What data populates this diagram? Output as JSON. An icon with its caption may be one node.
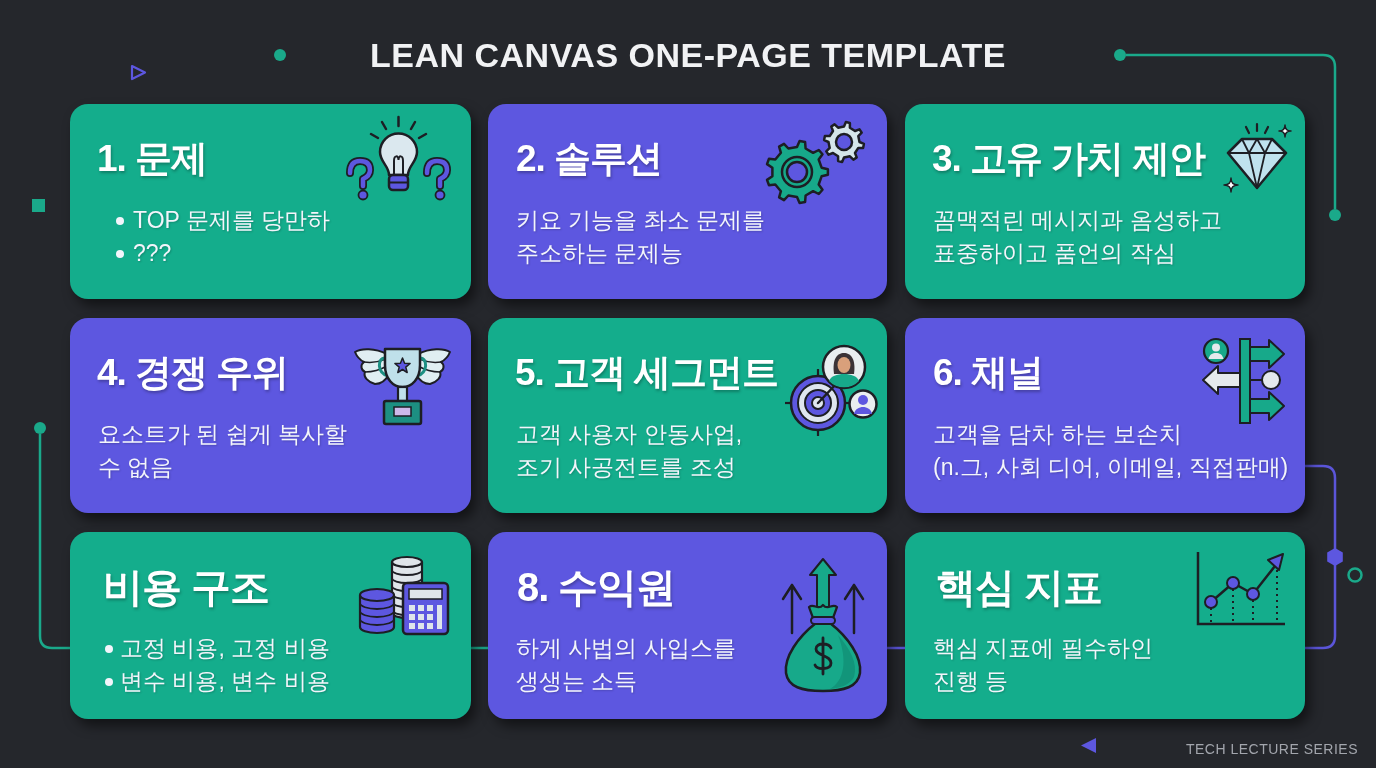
{
  "diagram": {
    "title": "LEAN CANVAS ONE-PAGE TEMPLATE",
    "nodes": [
      {
        "text": [
          "1. 문제",
          "TOP 문제를 당만하",
          "???"
        ]
      },
      {
        "text": [
          "2. 솔루션",
          "키요 기능을 촤소 문제를 주소하는 문제능"
        ]
      },
      {
        "text": [
          "3. 고유 가치 제안",
          "꼼맥적린 메시지과 옴성하고 표중하이고 품언의 작심"
        ]
      },
      {
        "text": [
          "4. 경쟁 우위",
          "요소트가 된 쉽게 복사할 수 없음"
        ]
      },
      {
        "text": [
          "5. 고객 세그먼트",
          "고객 사용자 안동사업, 조기 사공전트를 조성"
        ]
      },
      {
        "text": [
          "6. 채널",
          "고객을 담차 하는 보손치 (n.그, 사회 디어, 이메일, 직접판매)"
        ]
      },
      {
        "text": [
          "비용 구조",
          "고정 비용, 고정 비용",
          "변수 비용, 변수 비용"
        ]
      },
      {
        "text": [
          "8. 수익원",
          "하게 사법의 사입스를 생생는 소득"
        ]
      },
      {
        "text": [
          "핵심 지표",
          "핵심 지표에 필수하인 진행 등"
        ]
      },
      {
        "text": [],
        "shape": "circle"
      },
      {
        "text": [],
        "shape": "circle"
      },
      {
        "text": [],
        "shape": "circle"
      }
    ],
    "edges": [
      {
        "from": 9,
        "to": 6,
        "arrow": "none"
      },
      {
        "from": 6,
        "to": 7,
        "arrow": "none"
      },
      {
        "from": 7,
        "to": 8,
        "arrow": "none",
        "color": "#5b55d9"
      },
      {
        "from": 8,
        "to": 5,
        "arrow": "none",
        "color": "#5b55d9"
      },
      {
        "from": 10,
        "to": 11,
        "arrow": "none"
      }
    ],
    "labels": [
      "TECH LECTURE SERIES"
    ]
  }
}
